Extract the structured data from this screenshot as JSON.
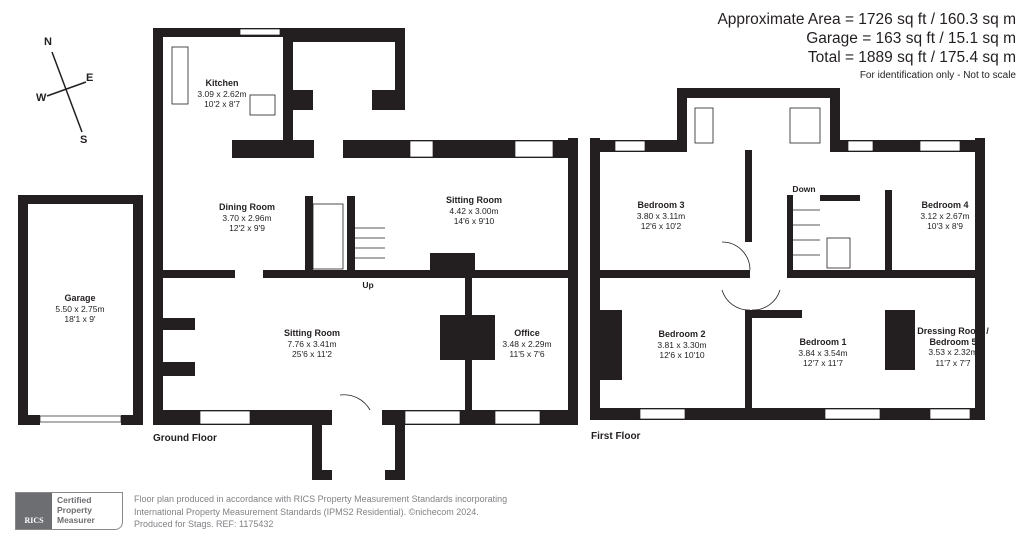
{
  "areas": {
    "approximate": "Approximate Area = 1726 sq ft / 160.3 sq m",
    "garage": "Garage = 163 sq ft / 15.1 sq m",
    "total": "Total = 1889 sq ft / 175.4 sq m",
    "note": "For identification only - Not to scale"
  },
  "compass": {
    "n": "N",
    "e": "E",
    "s": "S",
    "w": "W"
  },
  "floors": {
    "ground": "Ground Floor",
    "first": "First Floor"
  },
  "rooms": {
    "kitchen": {
      "name": "Kitchen",
      "metric": "3.09 x 2.62m",
      "imperial": "10'2 x 8'7"
    },
    "dining": {
      "name": "Dining Room",
      "metric": "3.70 x 2.96m",
      "imperial": "12'2 x 9'9"
    },
    "sitting1": {
      "name": "Sitting Room",
      "metric": "4.42 x 3.00m",
      "imperial": "14'6 x 9'10"
    },
    "sitting2": {
      "name": "Sitting Room",
      "metric": "7.76 x 3.41m",
      "imperial": "25'6 x 11'2"
    },
    "office": {
      "name": "Office",
      "metric": "3.48 x 2.29m",
      "imperial": "11'5 x 7'6"
    },
    "garage": {
      "name": "Garage",
      "metric": "5.50 x 2.75m",
      "imperial": "18'1 x 9'"
    },
    "bedroom3": {
      "name": "Bedroom 3",
      "metric": "3.80 x 3.11m",
      "imperial": "12'6 x 10'2"
    },
    "bedroom4": {
      "name": "Bedroom 4",
      "metric": "3.12 x 2.67m",
      "imperial": "10'3 x 8'9"
    },
    "bedroom2": {
      "name": "Bedroom 2",
      "metric": "3.81 x 3.30m",
      "imperial": "12'6 x 10'10"
    },
    "bedroom1": {
      "name": "Bedroom 1",
      "metric": "3.84 x 3.54m",
      "imperial": "12'7 x 11'7"
    },
    "dressing": {
      "name": "Dressing Room /",
      "name2": "Bedroom 5",
      "metric": "3.53 x 2.32m",
      "imperial": "11'7 x 7'7"
    }
  },
  "stairs": {
    "up": "Up",
    "down": "Down"
  },
  "badge": {
    "org": "RICS",
    "line1": "Certified",
    "line2": "Property",
    "line3": "Measurer"
  },
  "footer": {
    "line1": "Floor plan produced in accordance with RICS Property Measurement Standards incorporating",
    "line2": "International Property Measurement Standards (IPMS2 Residential).   ©nichecom 2024.",
    "line3": "Produced for Stags.   REF: 1175432"
  }
}
